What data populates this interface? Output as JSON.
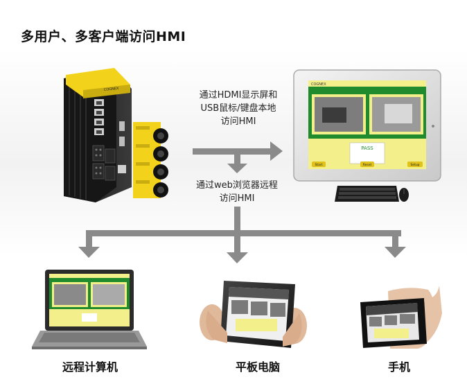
{
  "title": "多用户、多客户端访问HMI",
  "hdmi_note": [
    "通过HDMI显示屏和",
    "USB鼠标/键盘本地",
    "访问HMI"
  ],
  "web_note": [
    "通过web浏览器远程",
    "访问HMI"
  ],
  "devices": {
    "laptop": "远程计算机",
    "tablet": "平板电脑",
    "phone": "手机"
  },
  "screen": {
    "header_logo": "COGNEX",
    "status": "PASS",
    "left_button": "Start",
    "mid_button": "Reset",
    "right_button": "Setup"
  },
  "colors": {
    "arrow": "#8a8a8a",
    "controller_yellow": "#f2d21b",
    "hmi_green": "#1f8b2c",
    "hmi_yellow": "#f3f08c"
  }
}
